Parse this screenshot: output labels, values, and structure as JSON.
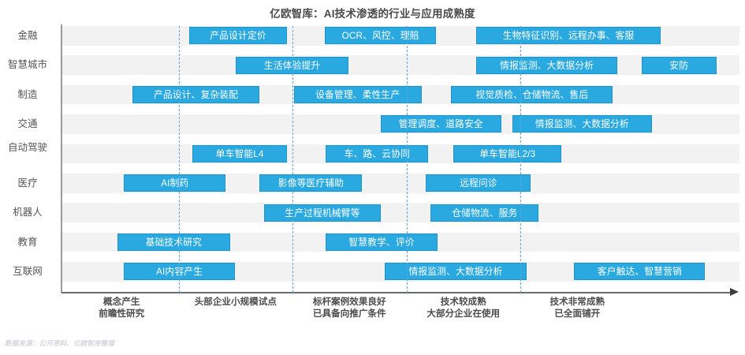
{
  "chart_title": "亿欧智库：AI技术渗透的行业与应用成熟度",
  "source_note": "数据来源：公开资料、亿欧智库整理",
  "colors": {
    "bar": "#29a9e0",
    "bar_border": "#1f93c9",
    "band": "#f2f2f2",
    "grid_line": "#5ba9d6",
    "title_text": "#4a4a4a",
    "label_text": "#565656"
  },
  "chart_data": {
    "type": "bar",
    "title": "亿欧智库：AI技术渗透的行业与应用成熟度",
    "xlabel": "",
    "ylabel": "",
    "grid": true,
    "legend": "none",
    "xlim": [
      0,
      5
    ],
    "stages": [
      {
        "lines": [
          "概念产生",
          "前瞻性研究"
        ]
      },
      {
        "lines": [
          "头部企业小规模试点"
        ]
      },
      {
        "lines": [
          "标杆案例效果良好",
          "已具备向推广条件"
        ]
      },
      {
        "lines": [
          "技术较成熟",
          "大部分企业在使用"
        ]
      },
      {
        "lines": [
          "技术非常成熟",
          "已全面铺开"
        ]
      }
    ],
    "categories": [
      "金融",
      "智慧城市",
      "制造",
      "交通",
      "自动驾驶",
      "医疗",
      "机器人",
      "教育",
      "互联网"
    ],
    "rows": [
      {
        "category": "金融",
        "category_lines": [
          "金融"
        ],
        "items": [
          {
            "label": "产品设计定价",
            "start": 1.12,
            "end": 1.98
          },
          {
            "label": "OCR、风控、理赔",
            "start": 2.31,
            "end": 3.29
          },
          {
            "label": "生物特征识别、远程办事、客服",
            "start": 3.64,
            "end": 5.26
          }
        ]
      },
      {
        "category": "智慧城市",
        "category_lines": [
          "智慧城市"
        ],
        "items": [
          {
            "label": "生活体验提升",
            "start": 1.53,
            "end": 2.52
          },
          {
            "label": "情报监测、大数据分析",
            "start": 3.64,
            "end": 4.88
          },
          {
            "label": "安防",
            "start": 5.09,
            "end": 5.75
          }
        ]
      },
      {
        "category": "制造",
        "category_lines": [
          "制造"
        ],
        "items": [
          {
            "label": "产品设计、复杂装配",
            "start": 0.62,
            "end": 1.74
          },
          {
            "label": "设备管理、柔性生产",
            "start": 2.04,
            "end": 3.16
          },
          {
            "label": "视觉质检、仓储物流、售后",
            "start": 3.42,
            "end": 4.84
          }
        ]
      },
      {
        "category": "交通",
        "category_lines": [
          "交通"
        ],
        "items": [
          {
            "label": "管理调度、道路安全",
            "start": 2.8,
            "end": 3.86
          },
          {
            "label": "情报监测、大数据分析",
            "start": 3.96,
            "end": 5.18
          }
        ]
      },
      {
        "category": "自动驾驶",
        "category_lines": [
          "自动",
          "驾驶"
        ],
        "items": [
          {
            "label": "单车智能L4",
            "start": 1.15,
            "end": 1.98
          },
          {
            "label": "车、路、云协同",
            "start": 2.32,
            "end": 3.22
          },
          {
            "label": "单车智能L2/3",
            "start": 3.44,
            "end": 4.39
          }
        ]
      },
      {
        "category": "医疗",
        "category_lines": [
          "医疗"
        ],
        "items": [
          {
            "label": "AI制药",
            "start": 0.55,
            "end": 1.44
          },
          {
            "label": "影像等医疗辅助",
            "start": 1.74,
            "end": 2.64
          },
          {
            "label": "远程问诊",
            "start": 3.2,
            "end": 4.12
          }
        ]
      },
      {
        "category": "机器人",
        "category_lines": [
          "机器人"
        ],
        "items": [
          {
            "label": "生产过程机械臂等",
            "start": 1.78,
            "end": 2.8
          },
          {
            "label": "仓储物流、服务",
            "start": 3.24,
            "end": 4.19
          }
        ]
      },
      {
        "category": "教育",
        "category_lines": [
          "教育"
        ],
        "items": [
          {
            "label": "基础技术研究",
            "start": 0.49,
            "end": 1.48
          },
          {
            "label": "智慧教学、评价",
            "start": 2.32,
            "end": 3.3
          }
        ]
      },
      {
        "category": "互联网",
        "category_lines": [
          "互联网"
        ],
        "items": [
          {
            "label": "AI内容产生",
            "start": 0.55,
            "end": 1.52
          },
          {
            "label": "情报监测、大数据分析",
            "start": 2.84,
            "end": 4.08
          },
          {
            "label": "客户触达、智慧营销",
            "start": 4.5,
            "end": 5.65
          }
        ]
      }
    ]
  }
}
